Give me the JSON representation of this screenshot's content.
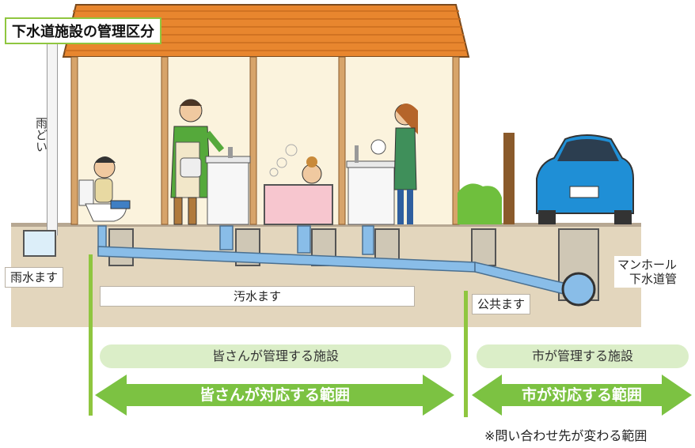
{
  "title": "下水道施設の管理区分",
  "labels": {
    "amadoi": "雨どい",
    "usui_masu": "雨水ます",
    "osui_masu": "汚水ます",
    "kokyo_masu": "公共ます",
    "manhole": "マンホール",
    "gesuidokan": "下水道管"
  },
  "scopes": {
    "residents_facility": "皆さんが管理する施設",
    "residents_range": "皆さんが対応する範囲",
    "city_facility": "市が管理する施設",
    "city_range": "市が対応する範囲"
  },
  "note": "※問い合わせ先が変わる範囲",
  "colors": {
    "roof": "#e8862e",
    "house_wall": "#fbf3dd",
    "ground": "#e3d6bd",
    "ground_top": "#b6a792",
    "water": "#89bde8",
    "pipe_outline": "#4a6f8f",
    "green": "#8fc63f",
    "car": "#1f8fd6"
  },
  "icons": [
    "toilet-fixture",
    "sink",
    "bathtub",
    "kitchen-sink",
    "car",
    "shrub",
    "fence-post"
  ]
}
